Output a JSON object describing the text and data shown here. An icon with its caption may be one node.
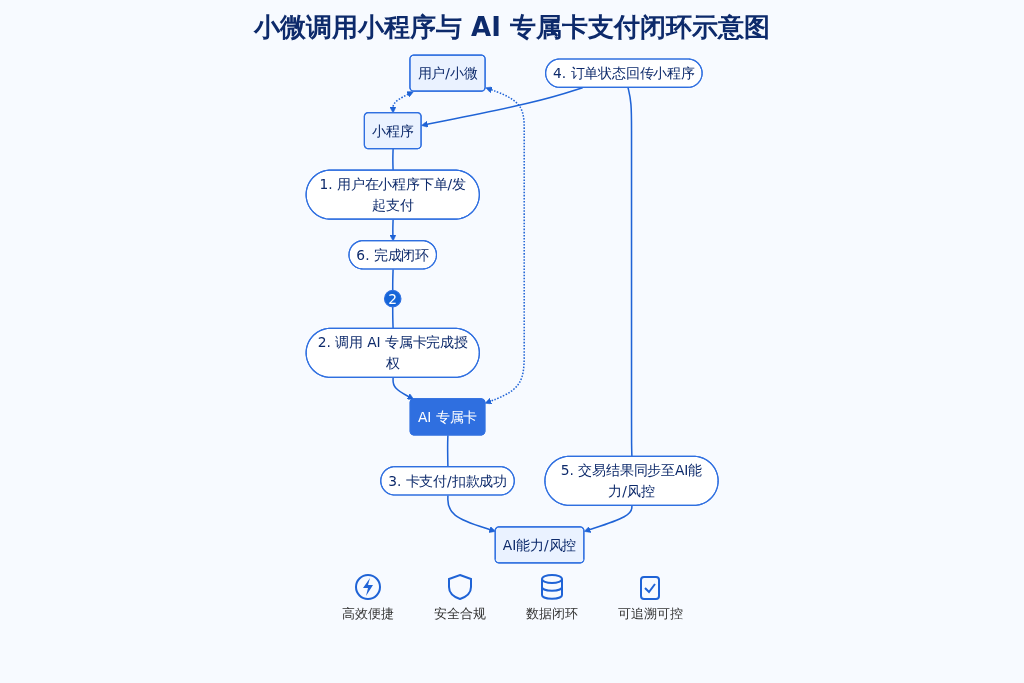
{
  "diagram": {
    "title": "小微调用小程序与 AI 专属卡支付闭环示意图",
    "nodes": [
      {
        "text": [
          "小程序"
        ]
      },
      {
        "text": [
          "1. 用户在小程序下单/发起支付"
        ]
      },
      {
        "text": [
          "6. 完成闭环"
        ]
      },
      {
        "text": [
          "2"
        ]
      },
      {
        "text": [
          "2. 调用 AI 专属卡完成授权"
        ]
      },
      {
        "text": [
          "用户/小微"
        ]
      },
      {
        "text": [
          "AI 专属卡"
        ]
      },
      {
        "text": [
          "3. 卡支付/扣款成功"
        ]
      },
      {
        "text": [
          "AI能力/风控"
        ]
      },
      {
        "text": [
          "5. 交易结果同步至AI能力/风控"
        ]
      },
      {
        "text": [
          "4. 订单状态回传小程序"
        ]
      }
    ],
    "edges": [
      {
        "from": 0,
        "to": 1,
        "arrow": "none"
      },
      {
        "from": 1,
        "to": 2,
        "arrow": "to"
      },
      {
        "from": 2,
        "to": 3,
        "arrow": "none"
      },
      {
        "from": 3,
        "to": 4,
        "arrow": "none"
      },
      {
        "from": 4,
        "to": 6,
        "arrow": "to"
      },
      {
        "from": 6,
        "to": 7,
        "arrow": "none"
      },
      {
        "from": 7,
        "to": 8,
        "arrow": "to"
      },
      {
        "from": 10,
        "to": 0,
        "arrow": "to"
      },
      {
        "from": 10,
        "to": 9,
        "arrow": "none"
      },
      {
        "from": 9,
        "to": 8,
        "arrow": "to"
      },
      {
        "from": 5,
        "to": 0,
        "arrow": "both",
        "style": "dashed"
      },
      {
        "from": 5,
        "to": 6,
        "arrow": "both",
        "style": "dashed"
      }
    ],
    "labels": [
      "高效便捷",
      "安全合规",
      "数据闭环",
      "可追溯可控"
    ]
  }
}
